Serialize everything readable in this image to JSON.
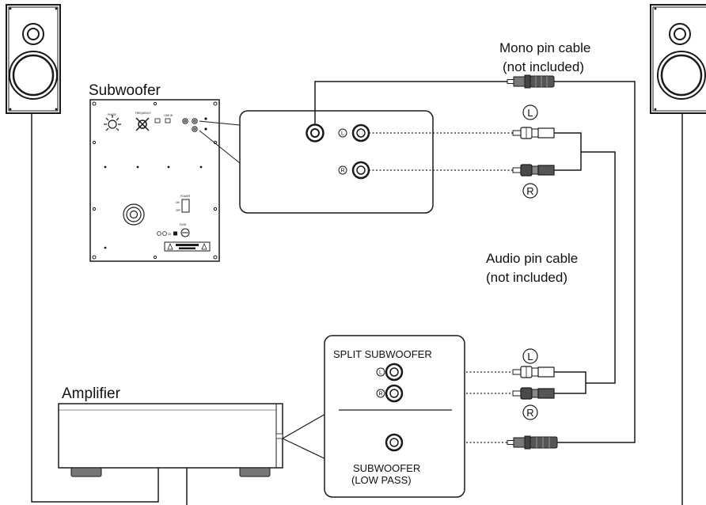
{
  "diagram": {
    "labels": {
      "subwoofer": "Subwoofer",
      "amplifier": "Amplifier",
      "mono_cable_line1": "Mono pin cable",
      "mono_cable_line2": "(not included)",
      "audio_cable_line1": "Audio pin cable",
      "audio_cable_line2": "(not included)",
      "split_subwoofer": "SPLIT SUBWOOFER",
      "subwoofer_out_line1": "SUBWOOFER",
      "subwoofer_out_line2": "(LOW PASS)",
      "left_channel": "L",
      "right_channel": "R"
    },
    "panel_tiny_text": {
      "phase": "PHASE",
      "frequency": "FREQUENCY",
      "line_in": "LINE IN",
      "power": "POWER",
      "on": "ON",
      "off": "OFF",
      "fuse": "FUSE",
      "certification": "CE"
    },
    "colors": {
      "line": "#1a1a1a",
      "cable_grey": "#888888",
      "plug_dark": "#4a4a4a",
      "background": "#ffffff"
    }
  }
}
